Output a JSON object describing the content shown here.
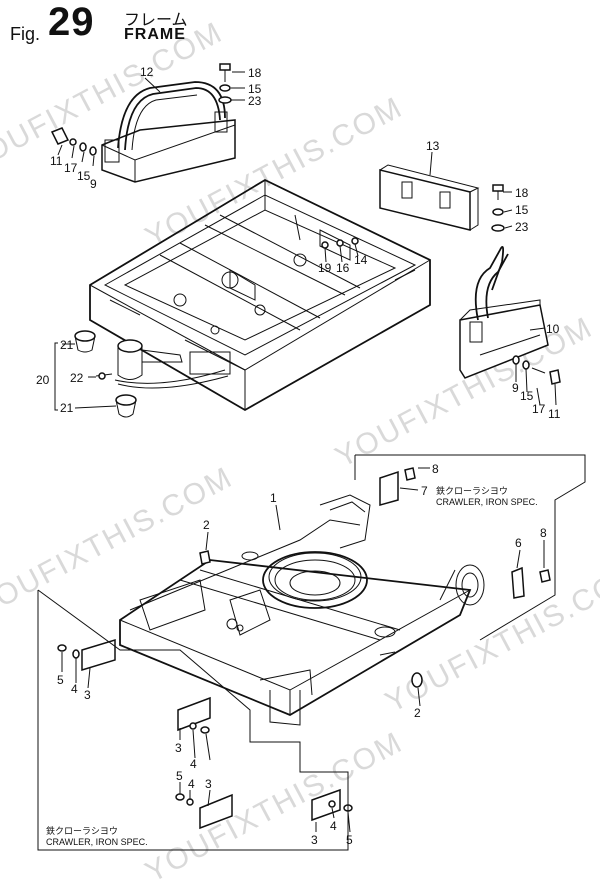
{
  "header": {
    "fig_label": "Fig.",
    "fig_number": "29",
    "title_jp": "フレーム",
    "title_en": "FRAME"
  },
  "watermark": {
    "text": "YOUFIXTHIS.COM"
  },
  "notes": {
    "top": {
      "jp": "鉄クローラシヨウ",
      "en": "CRAWLER, IRON SPEC."
    },
    "bottom": {
      "jp": "鉄クローラシヨウ",
      "en": "CRAWLER, IRON SPEC."
    }
  },
  "callouts": {
    "c12": "12",
    "c18a": "18",
    "c15a": "15",
    "c23a": "23",
    "c11a": "11",
    "c17a": "17",
    "c15b": "15",
    "c9a": "9",
    "c13": "13",
    "c18b": "18",
    "c15c": "15",
    "c23b": "23",
    "c19": "19",
    "c16": "16",
    "c14": "14",
    "c10": "10",
    "c9b": "9",
    "c15d": "15",
    "c17b": "17",
    "c11b": "11",
    "c21a": "21",
    "c20": "20",
    "c22": "22",
    "c21b": "21",
    "c8a": "8",
    "c7": "7",
    "c1": "1",
    "c2a": "2",
    "c6": "6",
    "c8b": "8",
    "c5a": "5",
    "c4a": "4",
    "c3a": "3",
    "c2b": "2",
    "c3b": "3",
    "c4b": "4",
    "c5b": "5",
    "c4c": "4",
    "c3c": "3",
    "c3d": "3",
    "c4d": "4",
    "c5c": "5"
  }
}
